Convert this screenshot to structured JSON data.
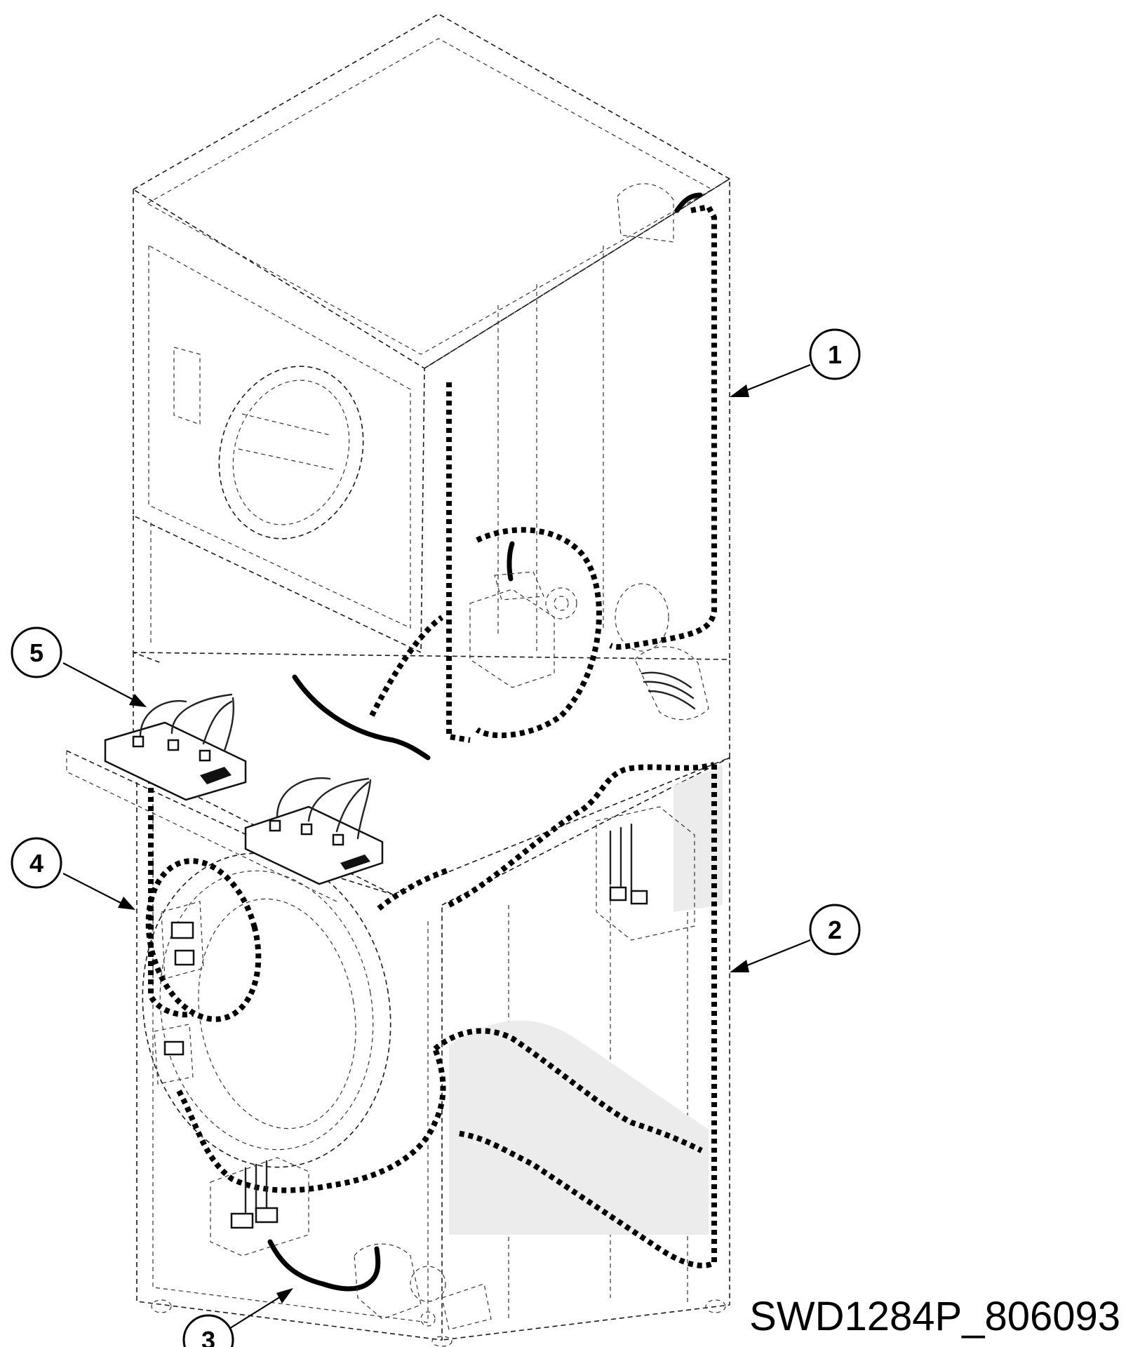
{
  "callouts": [
    {
      "id": "callout-1",
      "label": "1"
    },
    {
      "id": "callout-2",
      "label": "2"
    },
    {
      "id": "callout-3",
      "label": "3"
    },
    {
      "id": "callout-4",
      "label": "4"
    },
    {
      "id": "callout-5",
      "label": "5"
    }
  ],
  "caption": "SWD1284P_806093"
}
